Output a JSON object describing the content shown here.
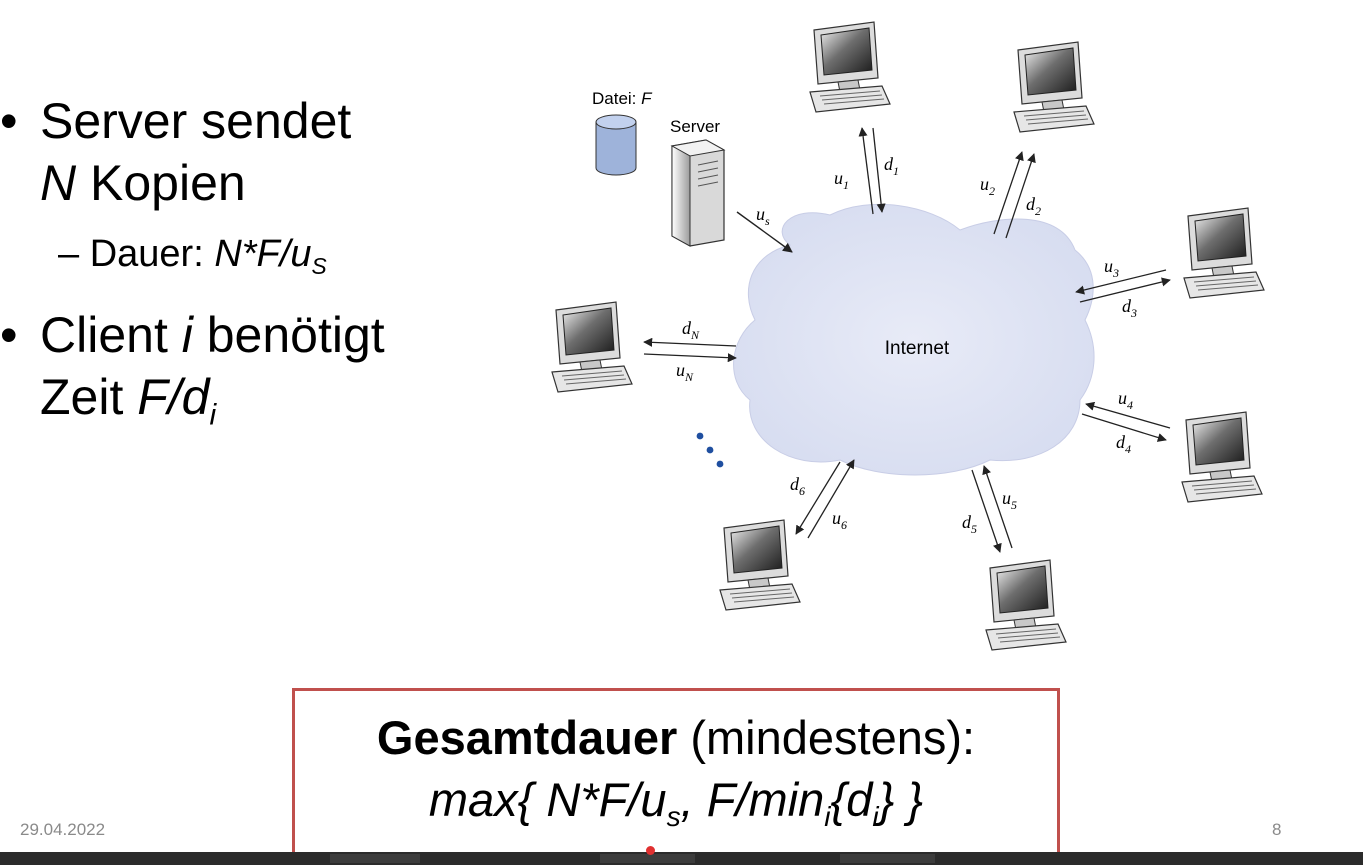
{
  "bullets": {
    "b1_line1": "Server sendet",
    "b1_line2_var": "N",
    "b1_line2_rest": " Kopien",
    "sub_label": "– Dauer: ",
    "sub_formula": "N*F/u",
    "sub_formula_sub": "S",
    "b2_part1": "Client ",
    "b2_var": "i",
    "b2_part2": " benötigt",
    "b2_line2": "Zeit ",
    "b2_formula": "F/d",
    "b2_formula_sub": "i"
  },
  "diagram": {
    "file_label": "Datei: ",
    "file_var": "F",
    "server_label": "Server",
    "internet_label": "Internet",
    "us": "u",
    "us_sub": "s",
    "links": [
      {
        "u": "u",
        "u_sub": "1",
        "d": "d",
        "d_sub": "1"
      },
      {
        "u": "u",
        "u_sub": "2",
        "d": "d",
        "d_sub": "2"
      },
      {
        "u": "u",
        "u_sub": "3",
        "d": "d",
        "d_sub": "3"
      },
      {
        "u": "u",
        "u_sub": "4",
        "d": "d",
        "d_sub": "4"
      },
      {
        "u": "u",
        "u_sub": "5",
        "d": "d",
        "d_sub": "5"
      },
      {
        "u": "u",
        "u_sub": "6",
        "d": "d",
        "d_sub": "6"
      },
      {
        "u": "u",
        "u_sub": "N",
        "d": "d",
        "d_sub": "N"
      }
    ]
  },
  "formula": {
    "bold": "Gesamtdauer",
    "rest": " (mindestens):",
    "l2_a": "max{ N*F/u",
    "l2_a_sub": "s",
    "l2_b": ", F/min",
    "l2_b_sub": "i",
    "l2_c": "{d",
    "l2_c_sub": "i",
    "l2_d": "} }"
  },
  "footer": {
    "date": "29.04.2022",
    "page": "8"
  },
  "colors": {
    "box_border": "#c0504d",
    "cloud": "#dfe4f4",
    "dots": "#1f4fa0",
    "footer_text": "#8a8a8a"
  }
}
